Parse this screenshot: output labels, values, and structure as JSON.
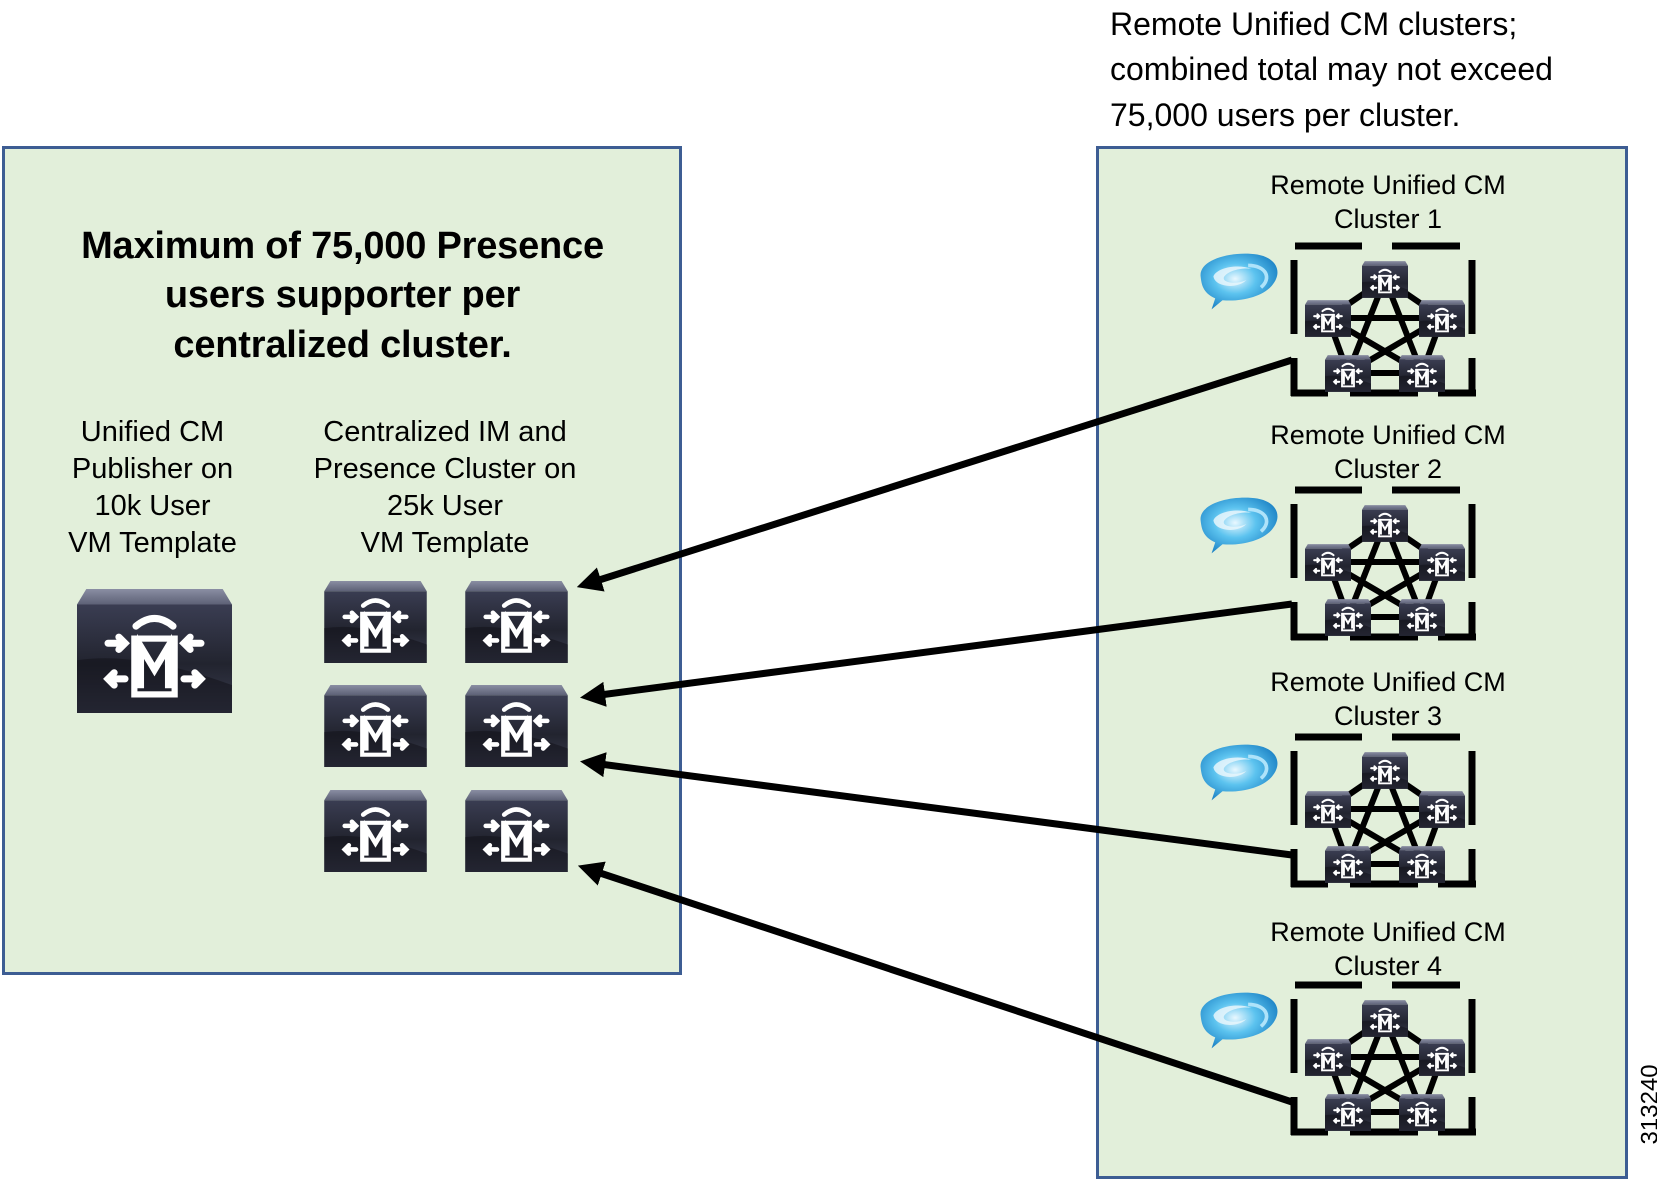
{
  "diagram": {
    "note": "Remote Unified CM clusters;\ncombined total may not exceed\n75,000 users per cluster.",
    "figure_id": "313240",
    "centralized_site": {
      "headline": "Maximum of 75,000 Presence\nusers supporter per\ncentralized cluster.",
      "publisher": {
        "label": "Unified CM\nPublisher on\n10k User\nVM Template",
        "icon": "unified-cm-server-icon"
      },
      "im_presence_cluster": {
        "label": "Centralized IM and\nPresence Cluster on\n25k User\nVM Template",
        "node_count": 6,
        "icon": "unified-cm-server-icon"
      }
    },
    "remote_clusters": [
      {
        "title": "Remote Unified CM\nCluster 1",
        "node_count": 5,
        "client_icon": "jabber-client-icon"
      },
      {
        "title": "Remote Unified CM\nCluster 2",
        "node_count": 5,
        "client_icon": "jabber-client-icon"
      },
      {
        "title": "Remote Unified CM\nCluster 3",
        "node_count": 5,
        "client_icon": "jabber-client-icon"
      },
      {
        "title": "Remote Unified CM\nCluster 4",
        "node_count": 5,
        "client_icon": "jabber-client-icon"
      }
    ],
    "connections": [
      {
        "from": "Remote Unified CM Cluster 1",
        "to": "Centralized IM and Presence Cluster"
      },
      {
        "from": "Remote Unified CM Cluster 2",
        "to": "Centralized IM and Presence Cluster"
      },
      {
        "from": "Remote Unified CM Cluster 3",
        "to": "Centralized IM and Presence Cluster"
      },
      {
        "from": "Remote Unified CM Cluster 4",
        "to": "Centralized IM and Presence Cluster"
      }
    ],
    "colors": {
      "box_fill": "#e2efda",
      "box_border": "#3d5d93",
      "server_body": "#2a2d3d",
      "server_top": "#6f7386",
      "jabber_blue": "#3aa6dd"
    }
  }
}
